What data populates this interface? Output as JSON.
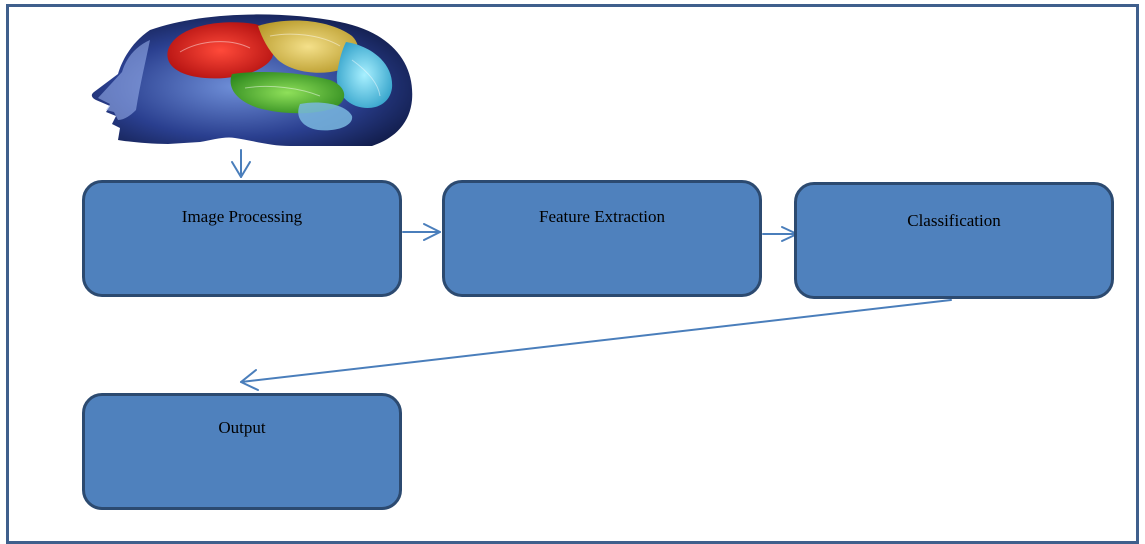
{
  "diagram": {
    "nodes": [
      {
        "id": "image-processing",
        "label": "Image Processing"
      },
      {
        "id": "feature-extraction",
        "label": "Feature Extraction"
      },
      {
        "id": "classification",
        "label": "Classification"
      },
      {
        "id": "output",
        "label": "Output"
      }
    ],
    "edges": [
      {
        "from": "brain-image",
        "to": "image-processing"
      },
      {
        "from": "image-processing",
        "to": "feature-extraction"
      },
      {
        "from": "feature-extraction",
        "to": "classification"
      },
      {
        "from": "classification",
        "to": "output"
      }
    ],
    "image": "brain-head-profile",
    "colors": {
      "box_fill": "#4f81bd",
      "box_border": "#2c4a70",
      "arrow": "#4a7ebb",
      "frame": "#3f5f8c"
    }
  }
}
